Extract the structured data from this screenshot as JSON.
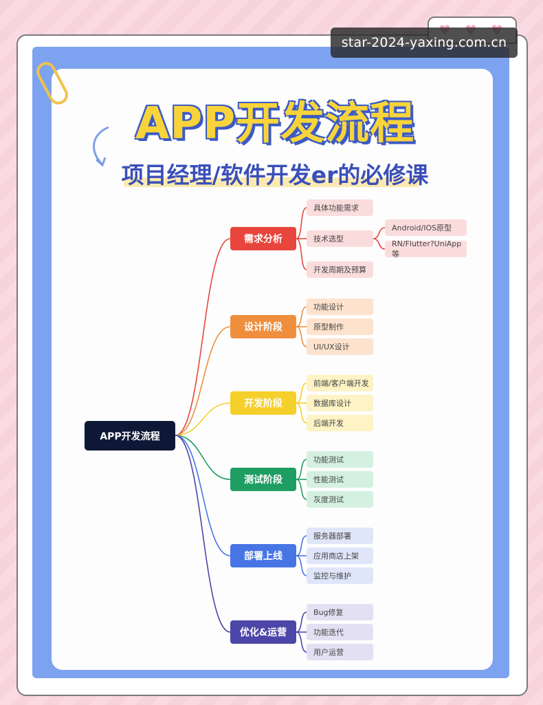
{
  "watermark": "star-2024-yaxing.com.cn",
  "header": {
    "title": "APP开发流程",
    "subtitle": "项目经理/软件开发er的必修课"
  },
  "colors": {
    "background_pink": "#f7d3dc",
    "panel_blue": "#7da3f0",
    "title_yellow": "#f8d43a",
    "title_outline": "#3b5bc4",
    "root_navy": "#0e1836"
  },
  "mindmap": {
    "root": "APP开发流程",
    "branches": [
      {
        "label": "需求分析",
        "color": "#e8453c",
        "leaf_bg": "#fbdcdc",
        "children": [
          {
            "label": "具体功能需求"
          },
          {
            "label": "技术选型",
            "children": [
              "Android/IOS原型",
              "RN/Flutter?UniApp等"
            ]
          },
          {
            "label": "开发周期及预算"
          }
        ]
      },
      {
        "label": "设计阶段",
        "color": "#ef8f3e",
        "leaf_bg": "#fde3cd",
        "children": [
          {
            "label": "功能设计"
          },
          {
            "label": "原型制作"
          },
          {
            "label": "UI/UX设计"
          }
        ]
      },
      {
        "label": "开发阶段",
        "color": "#f5cf2a",
        "leaf_bg": "#fdf3c4",
        "children": [
          {
            "label": "前端/客户端开发"
          },
          {
            "label": "数据库设计"
          },
          {
            "label": "后端开发"
          }
        ]
      },
      {
        "label": "测试阶段",
        "color": "#1f9e63",
        "leaf_bg": "#d4f0e0",
        "children": [
          {
            "label": "功能测试"
          },
          {
            "label": "性能测试"
          },
          {
            "label": "灰度测试"
          }
        ]
      },
      {
        "label": "部署上线",
        "color": "#4775e6",
        "leaf_bg": "#dfe6fa",
        "children": [
          {
            "label": "服务器部署"
          },
          {
            "label": "应用商店上架"
          },
          {
            "label": "监控与维护"
          }
        ]
      },
      {
        "label": "优化&运营",
        "color": "#4b46a8",
        "leaf_bg": "#e2e0f2",
        "children": [
          {
            "label": "Bug修复"
          },
          {
            "label": "功能迭代"
          },
          {
            "label": "用户运营"
          }
        ]
      }
    ]
  }
}
